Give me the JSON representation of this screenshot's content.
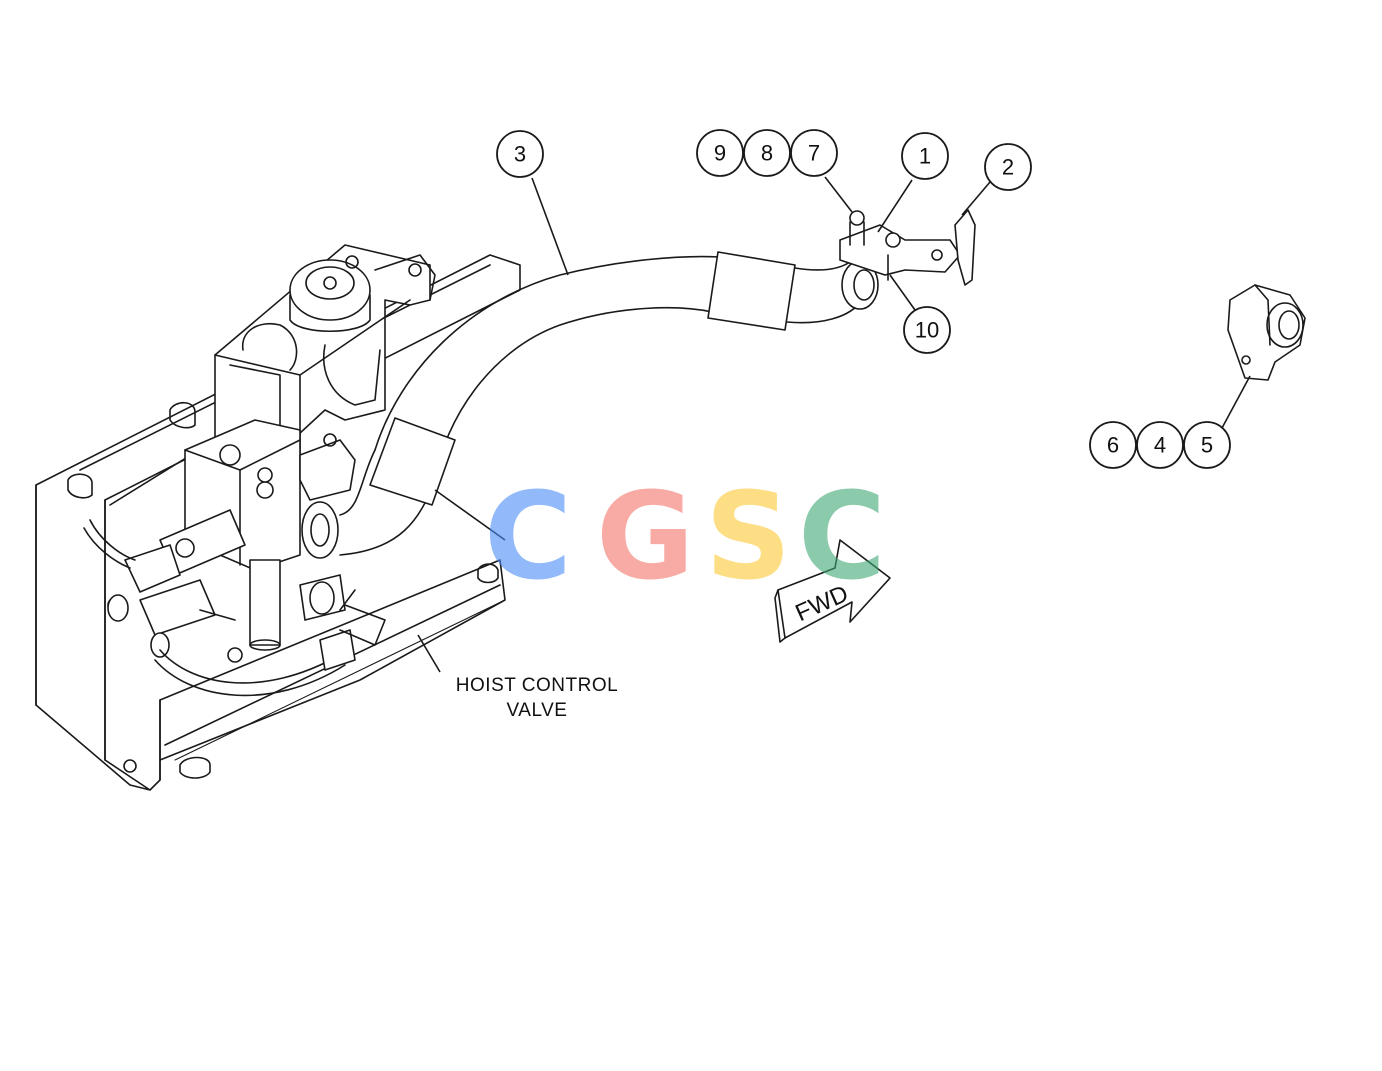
{
  "callouts": [
    {
      "id": "1",
      "label": "1"
    },
    {
      "id": "2",
      "label": "2"
    },
    {
      "id": "3",
      "label": "3"
    },
    {
      "id": "4",
      "label": "4"
    },
    {
      "id": "5",
      "label": "5"
    },
    {
      "id": "6",
      "label": "6"
    },
    {
      "id": "7",
      "label": "7"
    },
    {
      "id": "8",
      "label": "8"
    },
    {
      "id": "9",
      "label": "9"
    },
    {
      "id": "10",
      "label": "10"
    }
  ],
  "annotations": {
    "hoist_line1": "HOIST CONTROL",
    "hoist_line2": "VALVE"
  },
  "direction_arrow": {
    "label": "FWD"
  },
  "watermark": {
    "letters": [
      "C",
      "G",
      "S",
      "C"
    ],
    "colors": [
      "#4a8df8",
      "#f4756b",
      "#fcc934",
      "#3fa774"
    ]
  }
}
